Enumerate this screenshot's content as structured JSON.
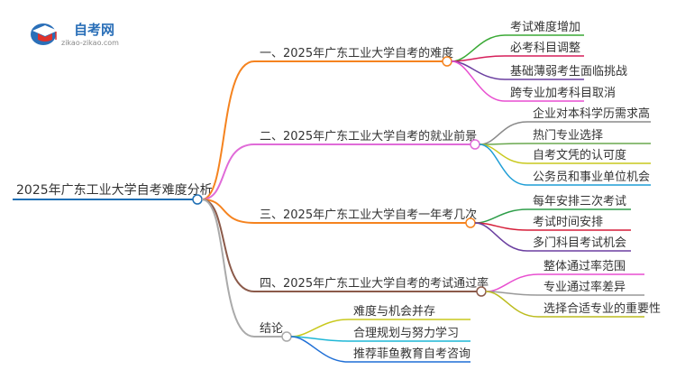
{
  "logo": {
    "name": "自考网",
    "url_text": "zikao-zikao.com"
  },
  "root": {
    "label": "2025年广东工业大学自考难度分析"
  },
  "branches": [
    {
      "label": "一、2025年广东工业大学自考的难度",
      "color": "#f5831f",
      "children": [
        {
          "label": "考试难度增加",
          "color": "#3aa935"
        },
        {
          "label": "必考科目调整",
          "color": "#d61f5a"
        },
        {
          "label": "基础薄弱考生面临挑战",
          "color": "#6b3fa0"
        },
        {
          "label": "跨专业加考科目取消",
          "color": "#e84fd0"
        }
      ]
    },
    {
      "label": "二、2025年广东工业大学自考的就业前景",
      "color": "#e06bd8",
      "children": [
        {
          "label": "企业对本科学历需求高",
          "color": "#8a8a8a"
        },
        {
          "label": "热门专业选择",
          "color": "#6aa84f"
        },
        {
          "label": "自考文凭的认可度",
          "color": "#c9c91e"
        },
        {
          "label": "公务员和事业单位机会",
          "color": "#1f9ed6"
        }
      ]
    },
    {
      "label": "三、2025年广东工业大学自考一年考几次",
      "color": "#f5831f",
      "children": [
        {
          "label": "每年安排三次考试",
          "color": "#2e9e4a"
        },
        {
          "label": "考试时间安排",
          "color": "#d61f3a"
        },
        {
          "label": "多门科目考试机会",
          "color": "#6b3fa0"
        }
      ]
    },
    {
      "label": "四、2025年广东工业大学自考的考试通过率",
      "color": "#8b5a4a",
      "children": [
        {
          "label": "整体通过率范围",
          "color": "#e84fd0"
        },
        {
          "label": "专业通过率差异",
          "color": "#999999"
        },
        {
          "label": "选择合适专业的重要性",
          "color": "#bcbc1e"
        }
      ]
    },
    {
      "label": "结论",
      "color": "#aaaaaa",
      "children": [
        {
          "label": "难度与机会并存",
          "color": "#c9c91e"
        },
        {
          "label": "合理规划与努力学习",
          "color": "#1fb7d6"
        },
        {
          "label": "推荐菲鱼教育自考咨询",
          "color": "#1f6fd6"
        }
      ]
    }
  ],
  "colors": {
    "root_line": "#1f6fb4",
    "node_fill": "#ffffff",
    "text": "#333333",
    "logo_blue": "#2a6fb8",
    "logo_red": "#e0312b"
  }
}
